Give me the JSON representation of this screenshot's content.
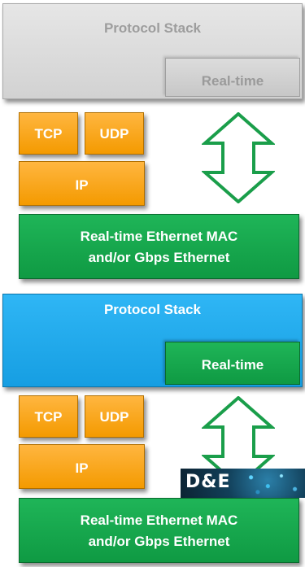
{
  "top_stack": {
    "label": "Protocol Stack",
    "realtime_label": "Real-time",
    "tcp_label": "TCP",
    "udp_label": "UDP",
    "ip_label": "IP",
    "mac_line1": "Real-time Ethernet MAC",
    "mac_line2": "and/or Gbps Ethernet"
  },
  "bottom_stack": {
    "label": "Protocol Stack",
    "realtime_label": "Real-time",
    "tcp_label": "TCP",
    "udp_label": "UDP",
    "ip_label": "IP",
    "mac_line1": "Real-time Ethernet MAC",
    "mac_line2": "and/or Gbps Ethernet"
  },
  "logo": {
    "text": "D&E"
  },
  "colors": {
    "grey": "#d9d9d9",
    "orange": "#f5a623",
    "green": "#13a64a",
    "blue": "#1ea7ea"
  }
}
